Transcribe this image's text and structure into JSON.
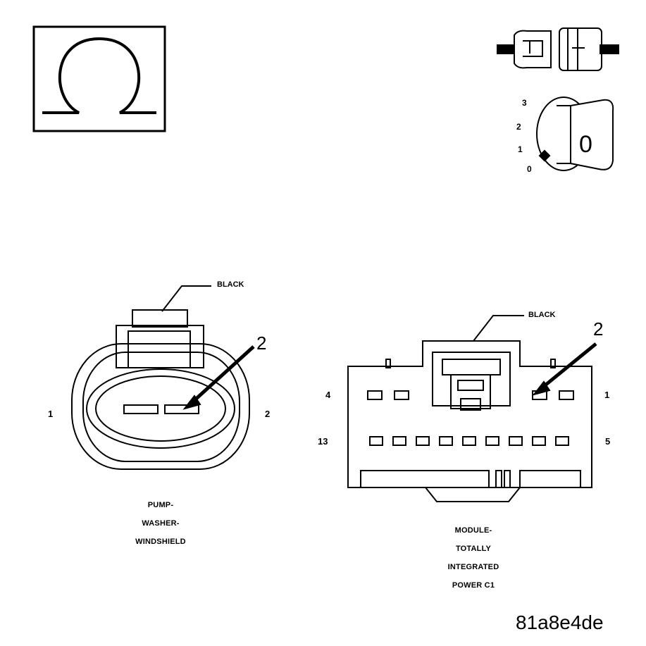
{
  "icons": {
    "ohm": "ohmmeter-icon",
    "connector": "disconnect-connector-icon",
    "ignition": "ignition-key-icon"
  },
  "ignition_positions": [
    "3",
    "2",
    "1",
    "0"
  ],
  "ignition_key_digit": "0",
  "left_connector": {
    "color_label": "BLACK",
    "callout": "2",
    "pin_left": "1",
    "pin_right": "2",
    "caption": [
      "PUMP-",
      "WASHER-",
      "WINDSHIELD"
    ]
  },
  "right_connector": {
    "color_label": "BLACK",
    "callout": "2",
    "pin_top_left": "4",
    "pin_top_right": "1",
    "pin_bottom_left": "13",
    "pin_bottom_right": "5",
    "caption": [
      "MODULE-",
      "TOTALLY",
      "INTEGRATED",
      "POWER C1"
    ]
  },
  "figure_id": "81a8e4de"
}
